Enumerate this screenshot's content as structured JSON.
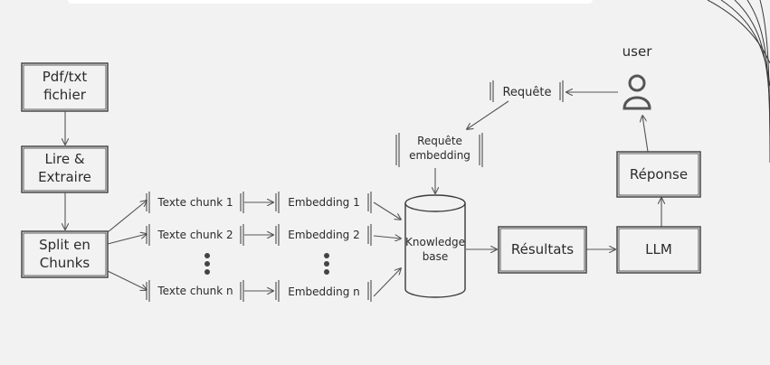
{
  "boxes": {
    "pdf": "Pdf/txt\nfichier",
    "lire": "Lire &\nExtraire",
    "split": "Split en\nChunks",
    "resultats": "Résultats",
    "llm": "LLM",
    "reponse": "Réponse"
  },
  "chunks": [
    "Texte chunk 1",
    "Texte chunk 2",
    "Texte chunk n"
  ],
  "embeddings": [
    "Embedding 1",
    "Embedding 2",
    "Embedding n"
  ],
  "knowledge_base": "Knowledge\nbase",
  "requete": "Requête",
  "requete_embedding": "Requête\nembedding",
  "user": "user"
}
